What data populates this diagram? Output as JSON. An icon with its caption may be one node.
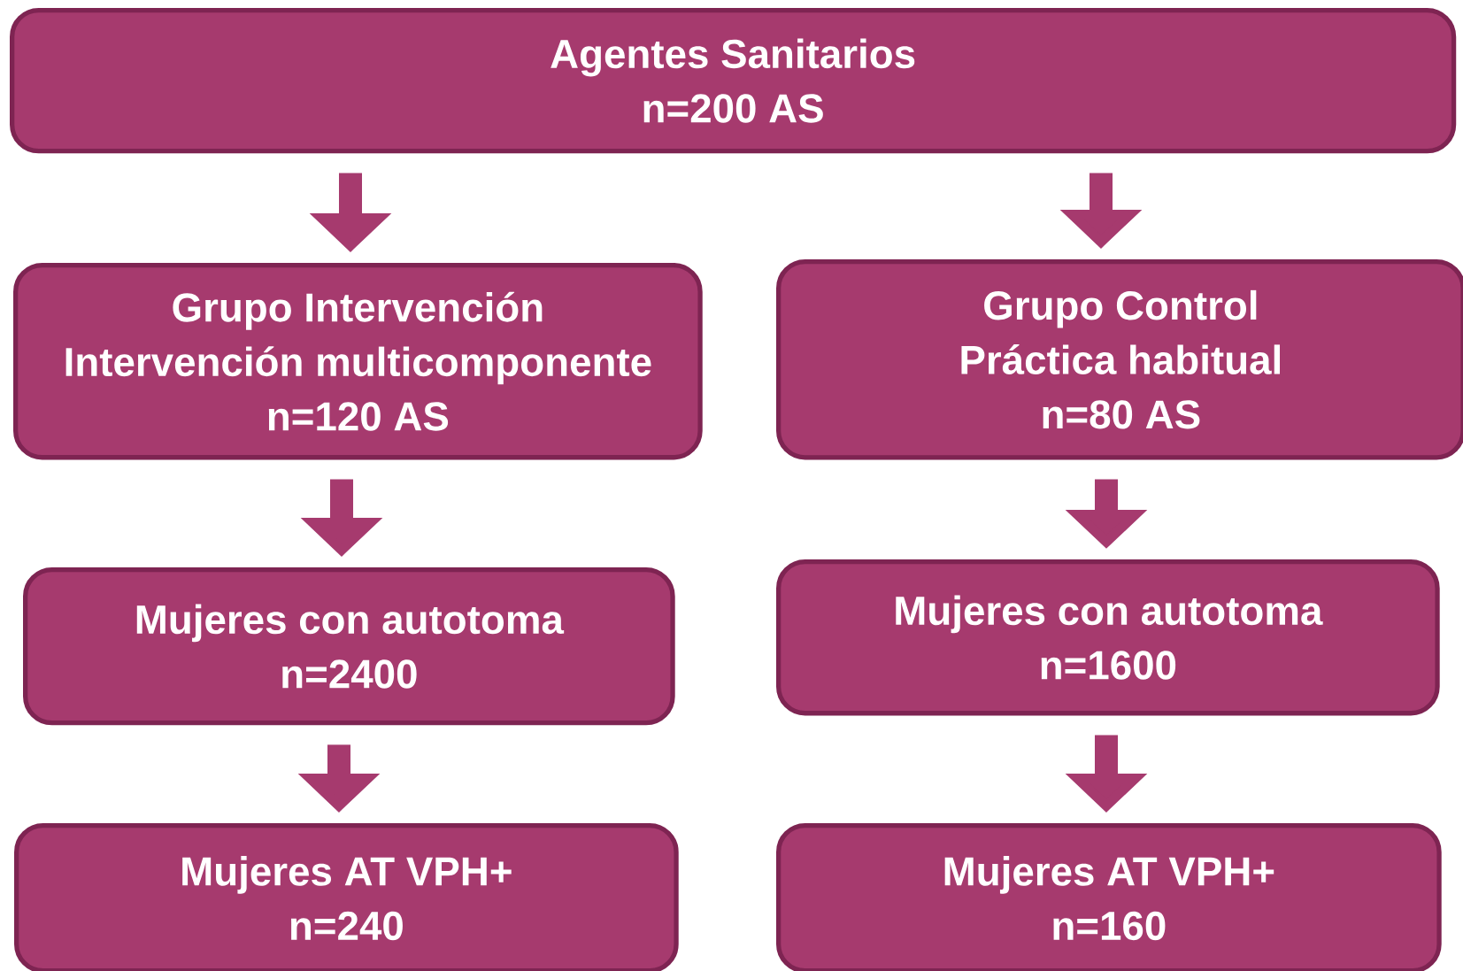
{
  "diagram": {
    "nodes": [
      {
        "text": [
          "Agentes Sanitarios",
          "n=200 AS"
        ]
      },
      {
        "text": [
          "Grupo Intervención",
          "Intervención multicomponente",
          "n=120 AS"
        ]
      },
      {
        "text": [
          "Grupo Control",
          "Práctica habitual",
          "n=80 AS"
        ]
      },
      {
        "text": [
          "Mujeres con autotoma",
          "n=2400"
        ]
      },
      {
        "text": [
          "Mujeres con autotoma",
          "n=1600"
        ]
      },
      {
        "text": [
          "Mujeres AT VPH+",
          "n=240"
        ]
      },
      {
        "text": [
          "Mujeres AT VPH+",
          "n=160"
        ]
      }
    ],
    "edges": [
      {
        "from": 0,
        "to": 1,
        "arrow": "to"
      },
      {
        "from": 0,
        "to": 2,
        "arrow": "to"
      },
      {
        "from": 1,
        "to": 3,
        "arrow": "to"
      },
      {
        "from": 2,
        "to": 4,
        "arrow": "to"
      },
      {
        "from": 3,
        "to": 5,
        "arrow": "to"
      },
      {
        "from": 4,
        "to": 6,
        "arrow": "to"
      }
    ]
  }
}
